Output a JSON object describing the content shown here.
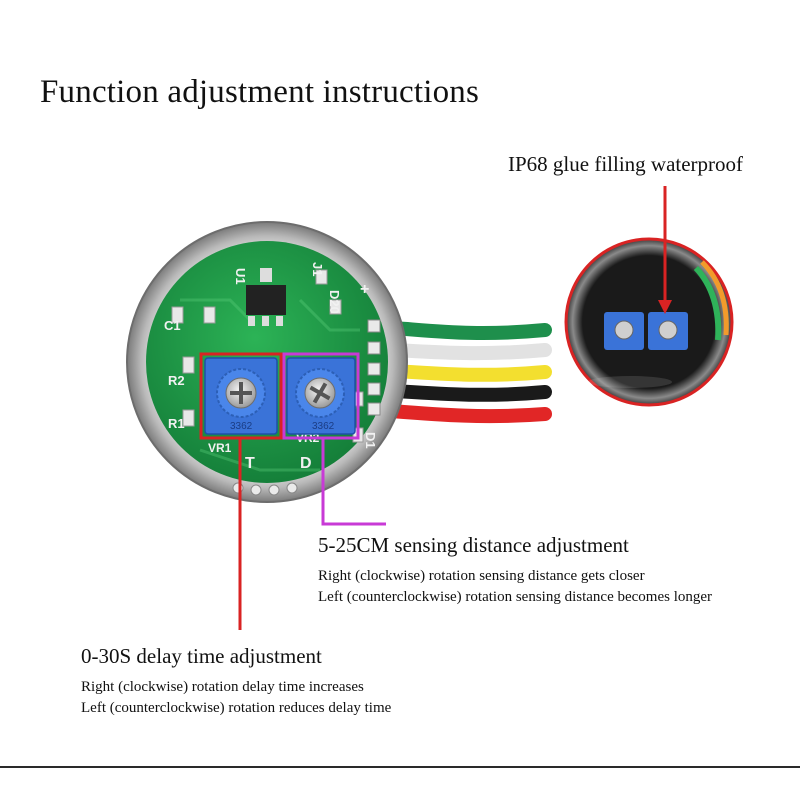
{
  "title": "Function adjustment instructions",
  "callouts": {
    "waterproof": {
      "head": "IP68 glue filling waterproof"
    },
    "distance": {
      "head": "5-25CM sensing distance adjustment",
      "lines": [
        "Right (clockwise) rotation sensing distance gets closer",
        "Left (counterclockwise) rotation sensing distance becomes longer"
      ]
    },
    "delay": {
      "head": "0-30S delay time adjustment",
      "lines": [
        "Right (clockwise) rotation delay time increases",
        "Left (counterclockwise) rotation reduces delay time"
      ]
    }
  },
  "pcb_labels": {
    "u1": "U1",
    "j1": "J1",
    "d20": "D20",
    "plus": "+",
    "c1": "C1",
    "r2": "R2",
    "r1": "R1",
    "vr1": "VR1",
    "vr2": "VR2",
    "pot_code": "3362",
    "t": "T",
    "d": "D",
    "d1": "D1"
  },
  "colors": {
    "delay_marker": "#d92323",
    "distance_marker": "#c83ad6",
    "waterproof_marker": "#d92323",
    "pcb": "#1f9a45",
    "potentiometer": "#3a73d8"
  },
  "icons": [
    "potentiometer-vr1",
    "potentiometer-vr2",
    "sensor-module-photo",
    "waterproof-closeup-photo"
  ]
}
